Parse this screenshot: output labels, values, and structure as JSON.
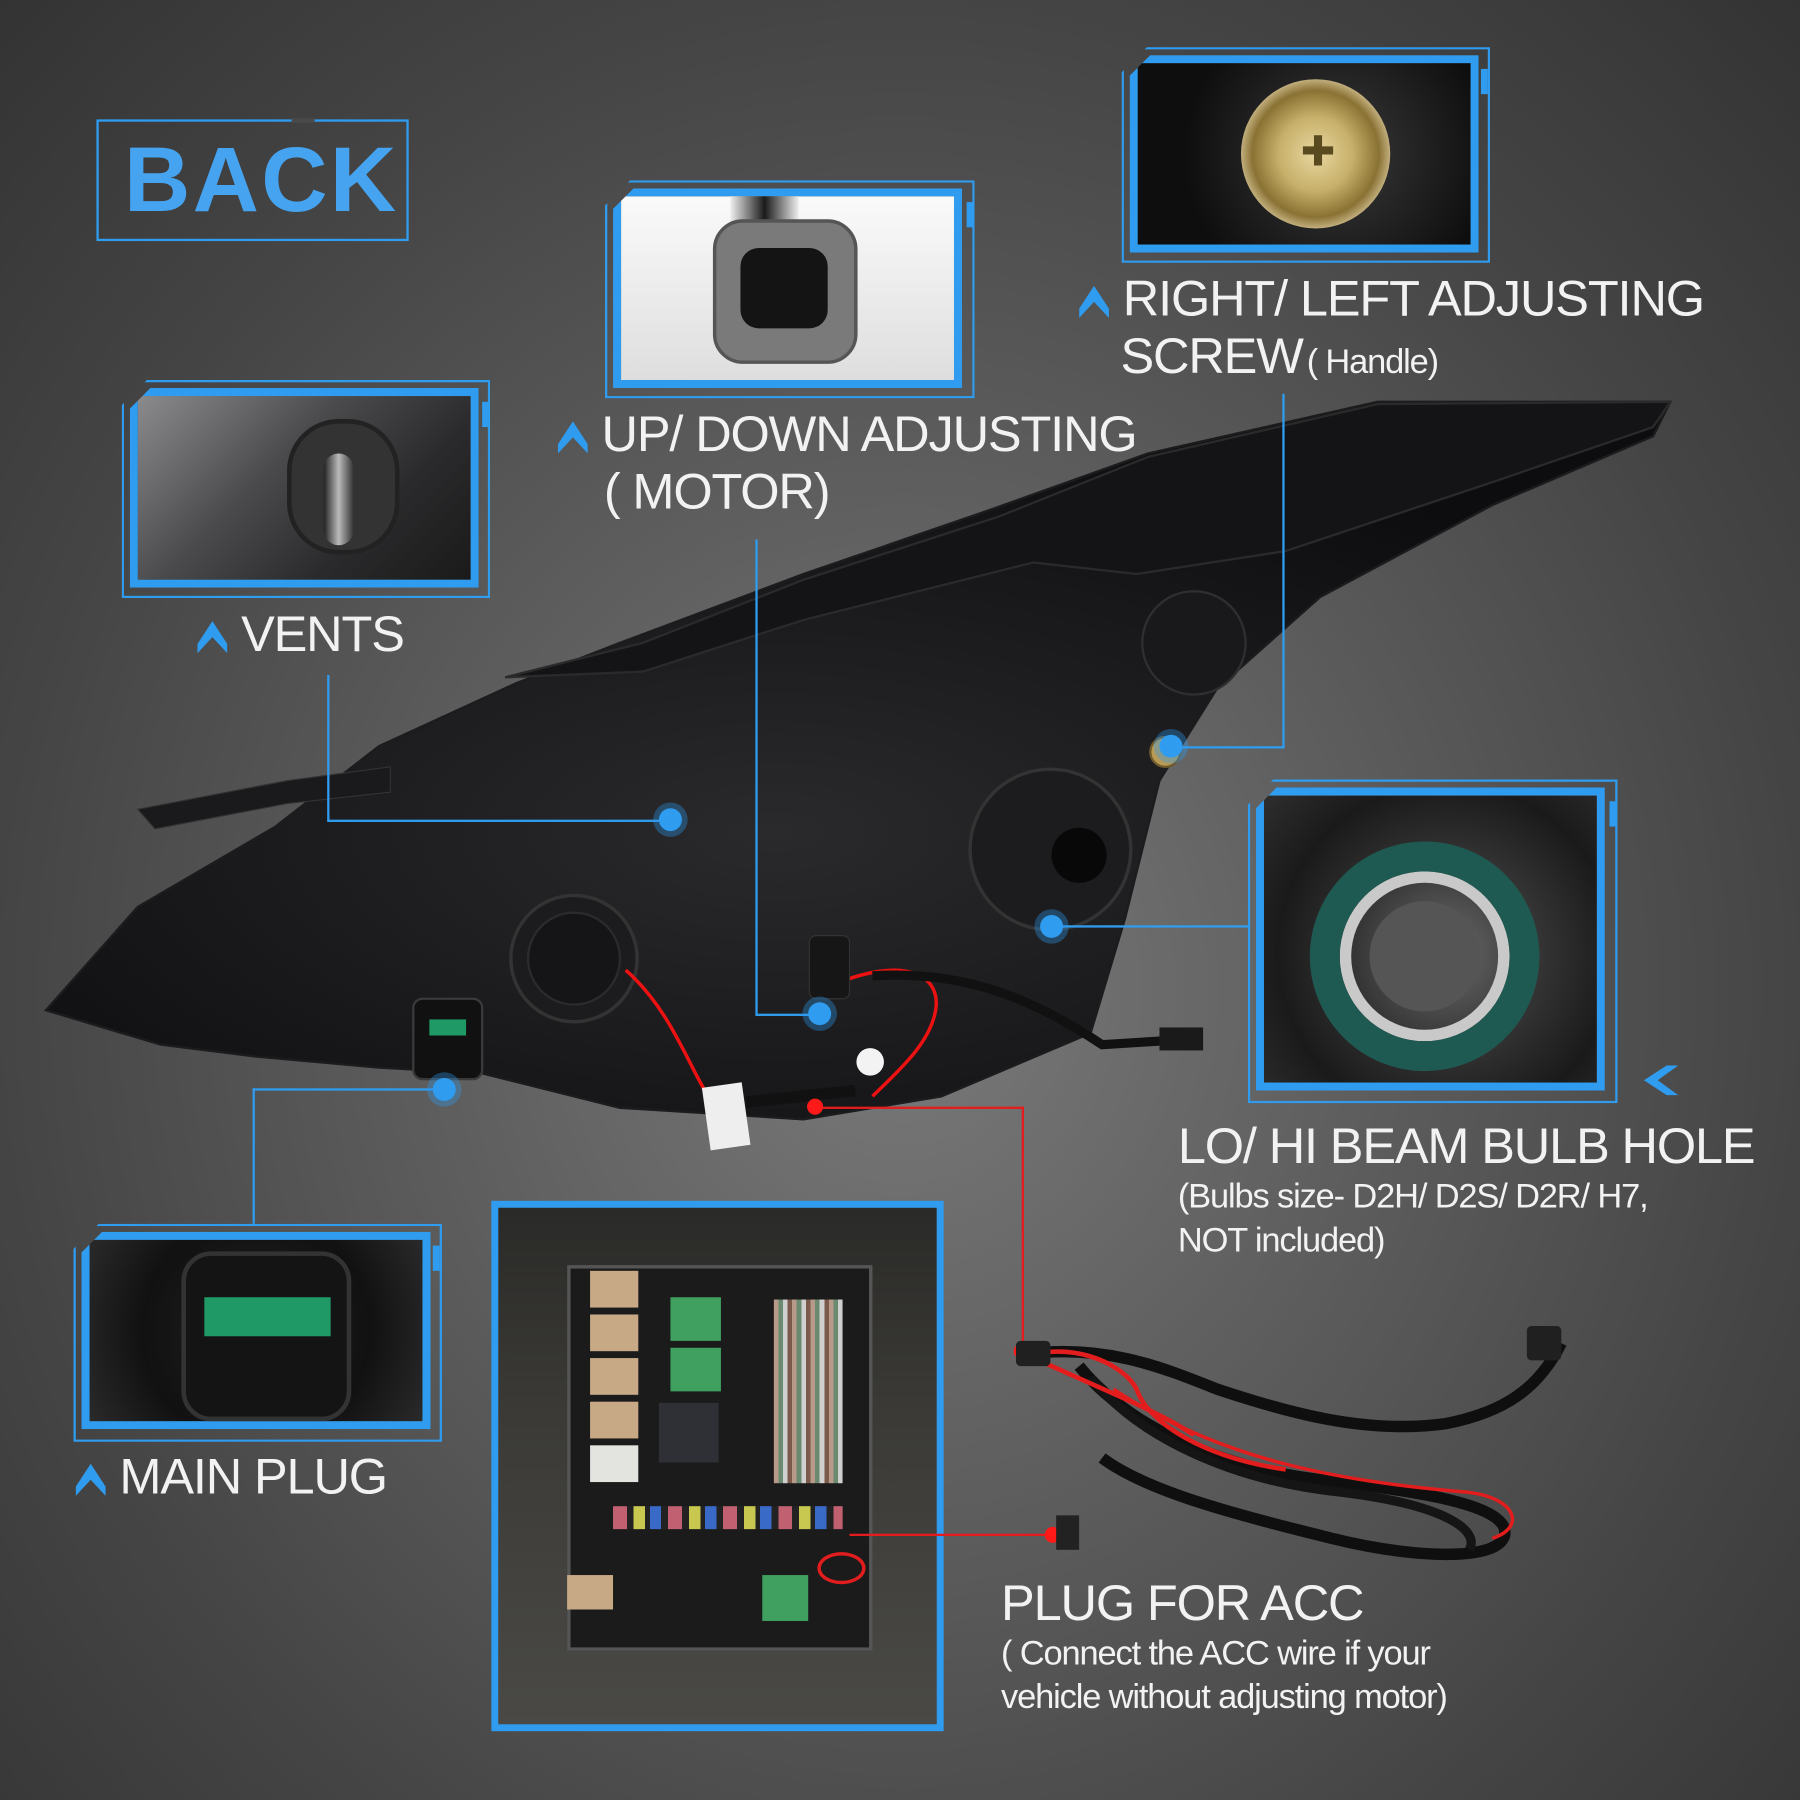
{
  "page": {
    "title": "BACK",
    "accent_color": "#2f9cf0",
    "wire_color": "#e31d1d",
    "background_color": "#555555"
  },
  "callouts": [
    {
      "id": "vents",
      "icon": "chevron-up-icon",
      "title": "VENTS",
      "subtitle": ""
    },
    {
      "id": "up-down",
      "icon": "chevron-up-icon",
      "title": "UP/ DOWN ADJUSTING",
      "subtitle": "( MOTOR)"
    },
    {
      "id": "right-left",
      "icon": "chevron-up-icon",
      "title_line1": "RIGHT/ LEFT ADJUSTING",
      "title_line2": "SCREW",
      "subtitle": "( Handle)"
    },
    {
      "id": "bulb-hole",
      "icon": "chevron-left-icon",
      "title": "LO/ HI BEAM BULB HOLE",
      "subtitle_line1": "(Bulbs size- D2H/ D2S/ D2R/ H7,",
      "subtitle_line2": "NOT included)"
    },
    {
      "id": "main-plug",
      "icon": "chevron-up-icon",
      "title": "MAIN PLUG"
    },
    {
      "id": "acc",
      "title": "PLUG FOR ACC",
      "subtitle_line1": "( Connect the ACC wire if your",
      "subtitle_line2": "vehicle without adjusting motor)"
    }
  ],
  "photos": [
    {
      "id": "vents-photo",
      "depicts": "vent tube close-up"
    },
    {
      "id": "motor-photo",
      "depicts": "motor connector close-up"
    },
    {
      "id": "screw-photo",
      "depicts": "adjusting screw close-up"
    },
    {
      "id": "bulb-photo",
      "depicts": "bulb hole close-up"
    },
    {
      "id": "main-plug-photo",
      "depicts": "main plug connector close-up"
    },
    {
      "id": "fusebox-photo",
      "depicts": "engine bay fuse box"
    },
    {
      "id": "harness-photo",
      "depicts": "wiring harness with fuse tap"
    }
  ]
}
